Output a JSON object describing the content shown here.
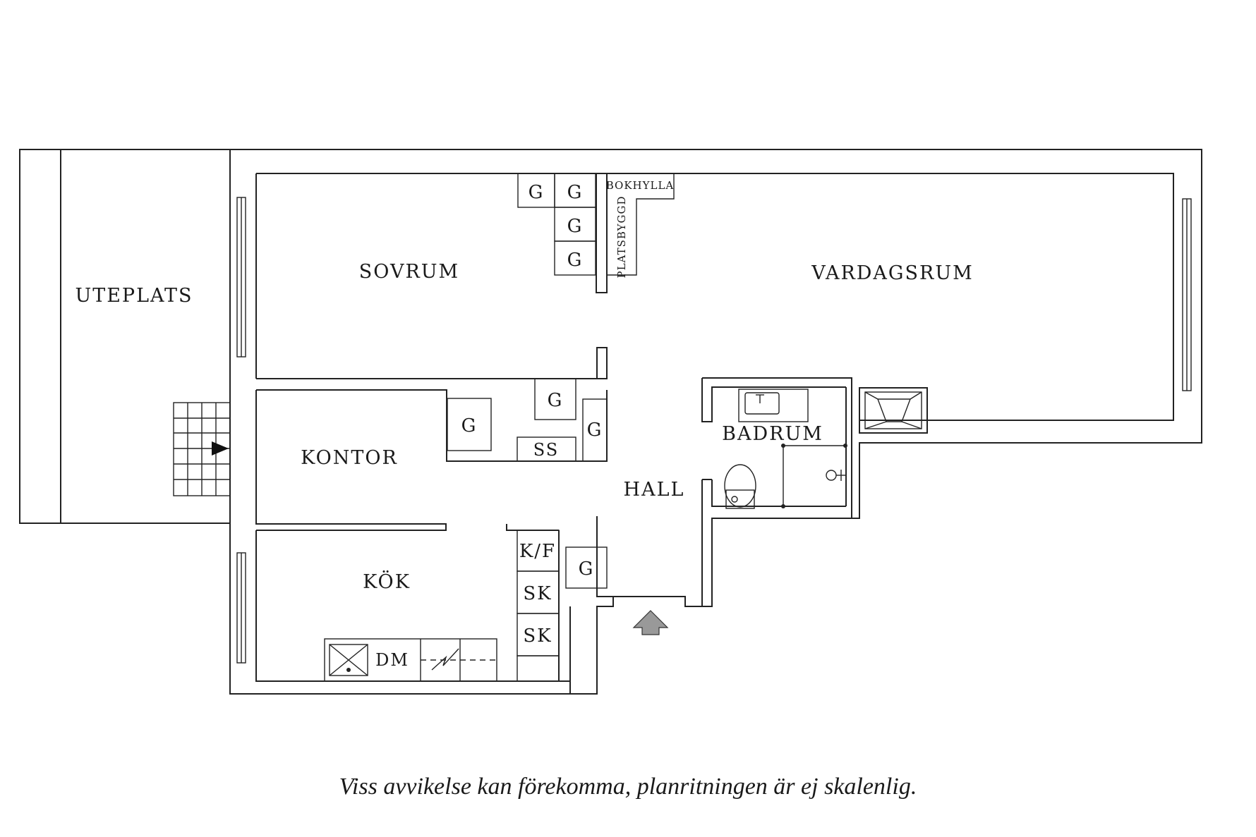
{
  "rooms": {
    "uteplats": "UTEPLATS",
    "sovrum": "SOVRUM",
    "vardagsrum": "VARDAGSRUM",
    "kontor": "KONTOR",
    "hall": "HALL",
    "badrum": "BADRUM",
    "kok": "KÖK"
  },
  "fixtures": {
    "wardrobe": "G",
    "bookshelf": "BOKHYLLA",
    "built_in": "PLATSBYGGD",
    "ss": "SS",
    "kf": "K/F",
    "sk": "SK",
    "dm": "DM"
  },
  "disclaimer": "Viss avvikelse kan förekomma, planritningen är ej skalenlig."
}
